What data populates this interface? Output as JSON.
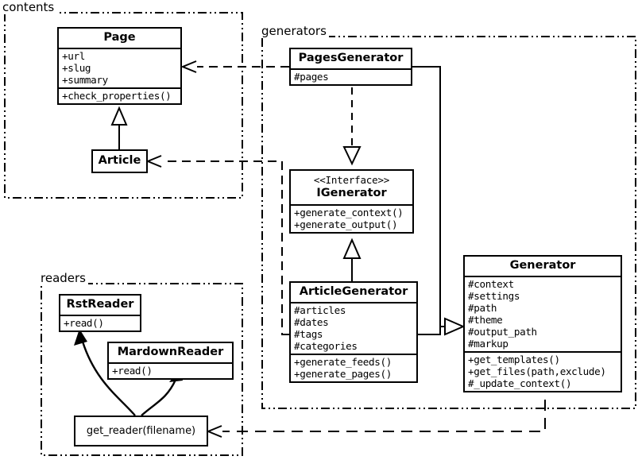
{
  "diagram": {
    "type": "uml-class-diagram",
    "background_color": "#ffffff",
    "line_color": "#000000"
  },
  "packages": [
    {
      "id": "contents",
      "label": "contents"
    },
    {
      "id": "generators",
      "label": "generators"
    },
    {
      "id": "readers",
      "label": "readers"
    }
  ],
  "classes": {
    "page": {
      "name": "Page",
      "attributes": [
        "+url",
        "+slug",
        "+summary"
      ],
      "methods": [
        "+check_properties()"
      ]
    },
    "article": {
      "name": "Article",
      "attributes": [],
      "methods": []
    },
    "pages_generator": {
      "name": "PagesGenerator",
      "attributes": [
        "#pages"
      ],
      "methods": []
    },
    "igenerator": {
      "stereotype": "<<Interface>>",
      "name": "IGenerator",
      "attributes": [],
      "methods": [
        "+generate_context()",
        "+generate_output()"
      ]
    },
    "article_generator": {
      "name": "ArticleGenerator",
      "attributes": [
        "#articles",
        "#dates",
        "#tags",
        "#categories"
      ],
      "methods": [
        "+generate_feeds()",
        "+generate_pages()"
      ]
    },
    "generator": {
      "name": "Generator",
      "attributes": [
        "#context",
        "#settings",
        "#path",
        "#theme",
        "#output_path",
        "#markup"
      ],
      "methods": [
        "+get_templates()",
        "+get_files(path,exclude)",
        "#_update_context()"
      ]
    },
    "rst_reader": {
      "name": "RstReader",
      "attributes": [],
      "methods": [
        "+read()"
      ]
    },
    "mardown_reader": {
      "name": "MardownReader",
      "attributes": [],
      "methods": [
        "+read()"
      ]
    }
  },
  "functions": {
    "get_reader": {
      "label": "get_reader(filename)"
    }
  },
  "relationships": [
    {
      "from": "pages_generator",
      "to": "page",
      "kind": "dependency"
    },
    {
      "from": "article_generator",
      "to": "article",
      "kind": "dependency"
    },
    {
      "from": "pages_generator",
      "to": "igenerator",
      "kind": "realization"
    },
    {
      "from": "article_generator",
      "to": "igenerator",
      "kind": "realization"
    },
    {
      "from": "pages_generator",
      "to": "generator",
      "kind": "generalization"
    },
    {
      "from": "article_generator",
      "to": "generator",
      "kind": "generalization"
    },
    {
      "from": "article",
      "to": "page",
      "kind": "generalization"
    },
    {
      "from": "generator",
      "to": "get_reader",
      "kind": "dependency"
    },
    {
      "from": "get_reader",
      "to": "rst_reader",
      "kind": "association"
    },
    {
      "from": "get_reader",
      "to": "mardown_reader",
      "kind": "association"
    }
  ]
}
